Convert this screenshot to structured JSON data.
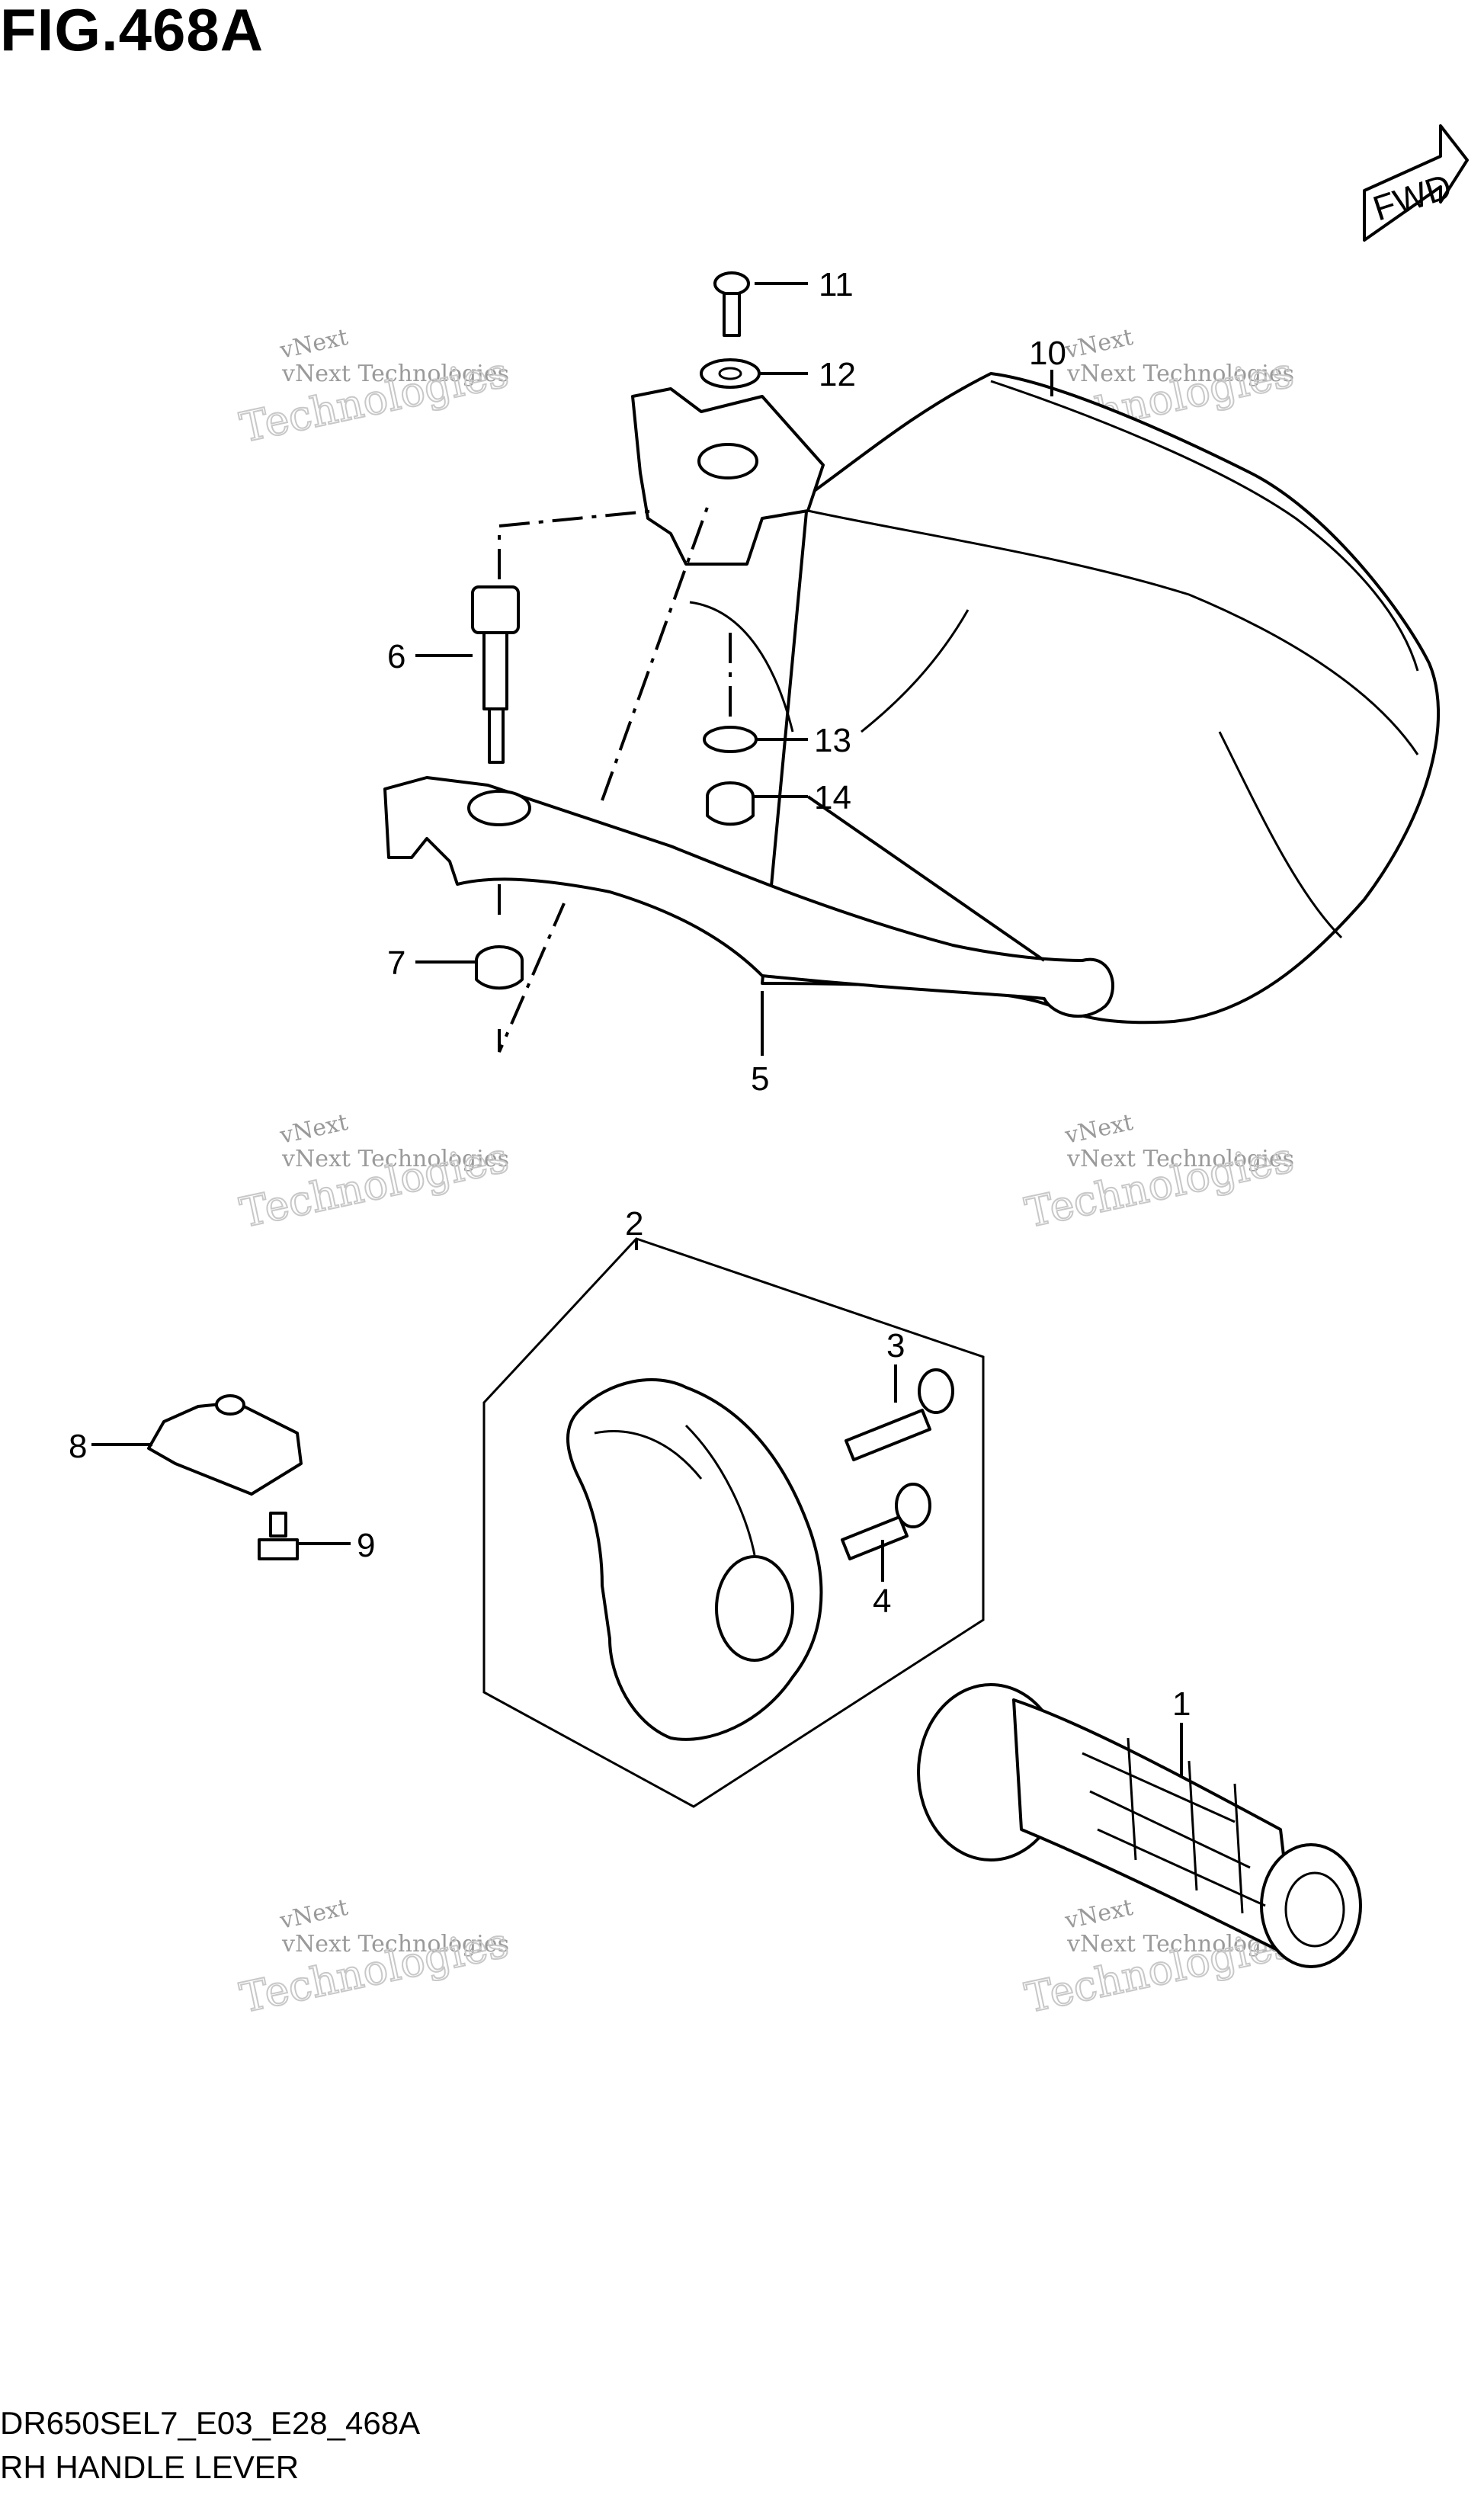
{
  "figure": {
    "title": "FIG.468A",
    "fwd_label": "FWD",
    "code": "DR650SEL7_E03_E28_468A",
    "caption": "RH HANDLE LEVER"
  },
  "callouts": [
    "1",
    "2",
    "3",
    "4",
    "5",
    "6",
    "7",
    "8",
    "9",
    "10",
    "11",
    "12",
    "13",
    "14"
  ],
  "watermark": {
    "line1": "vNext Technologies",
    "line2": "vNext",
    "line3": "Technologies"
  }
}
